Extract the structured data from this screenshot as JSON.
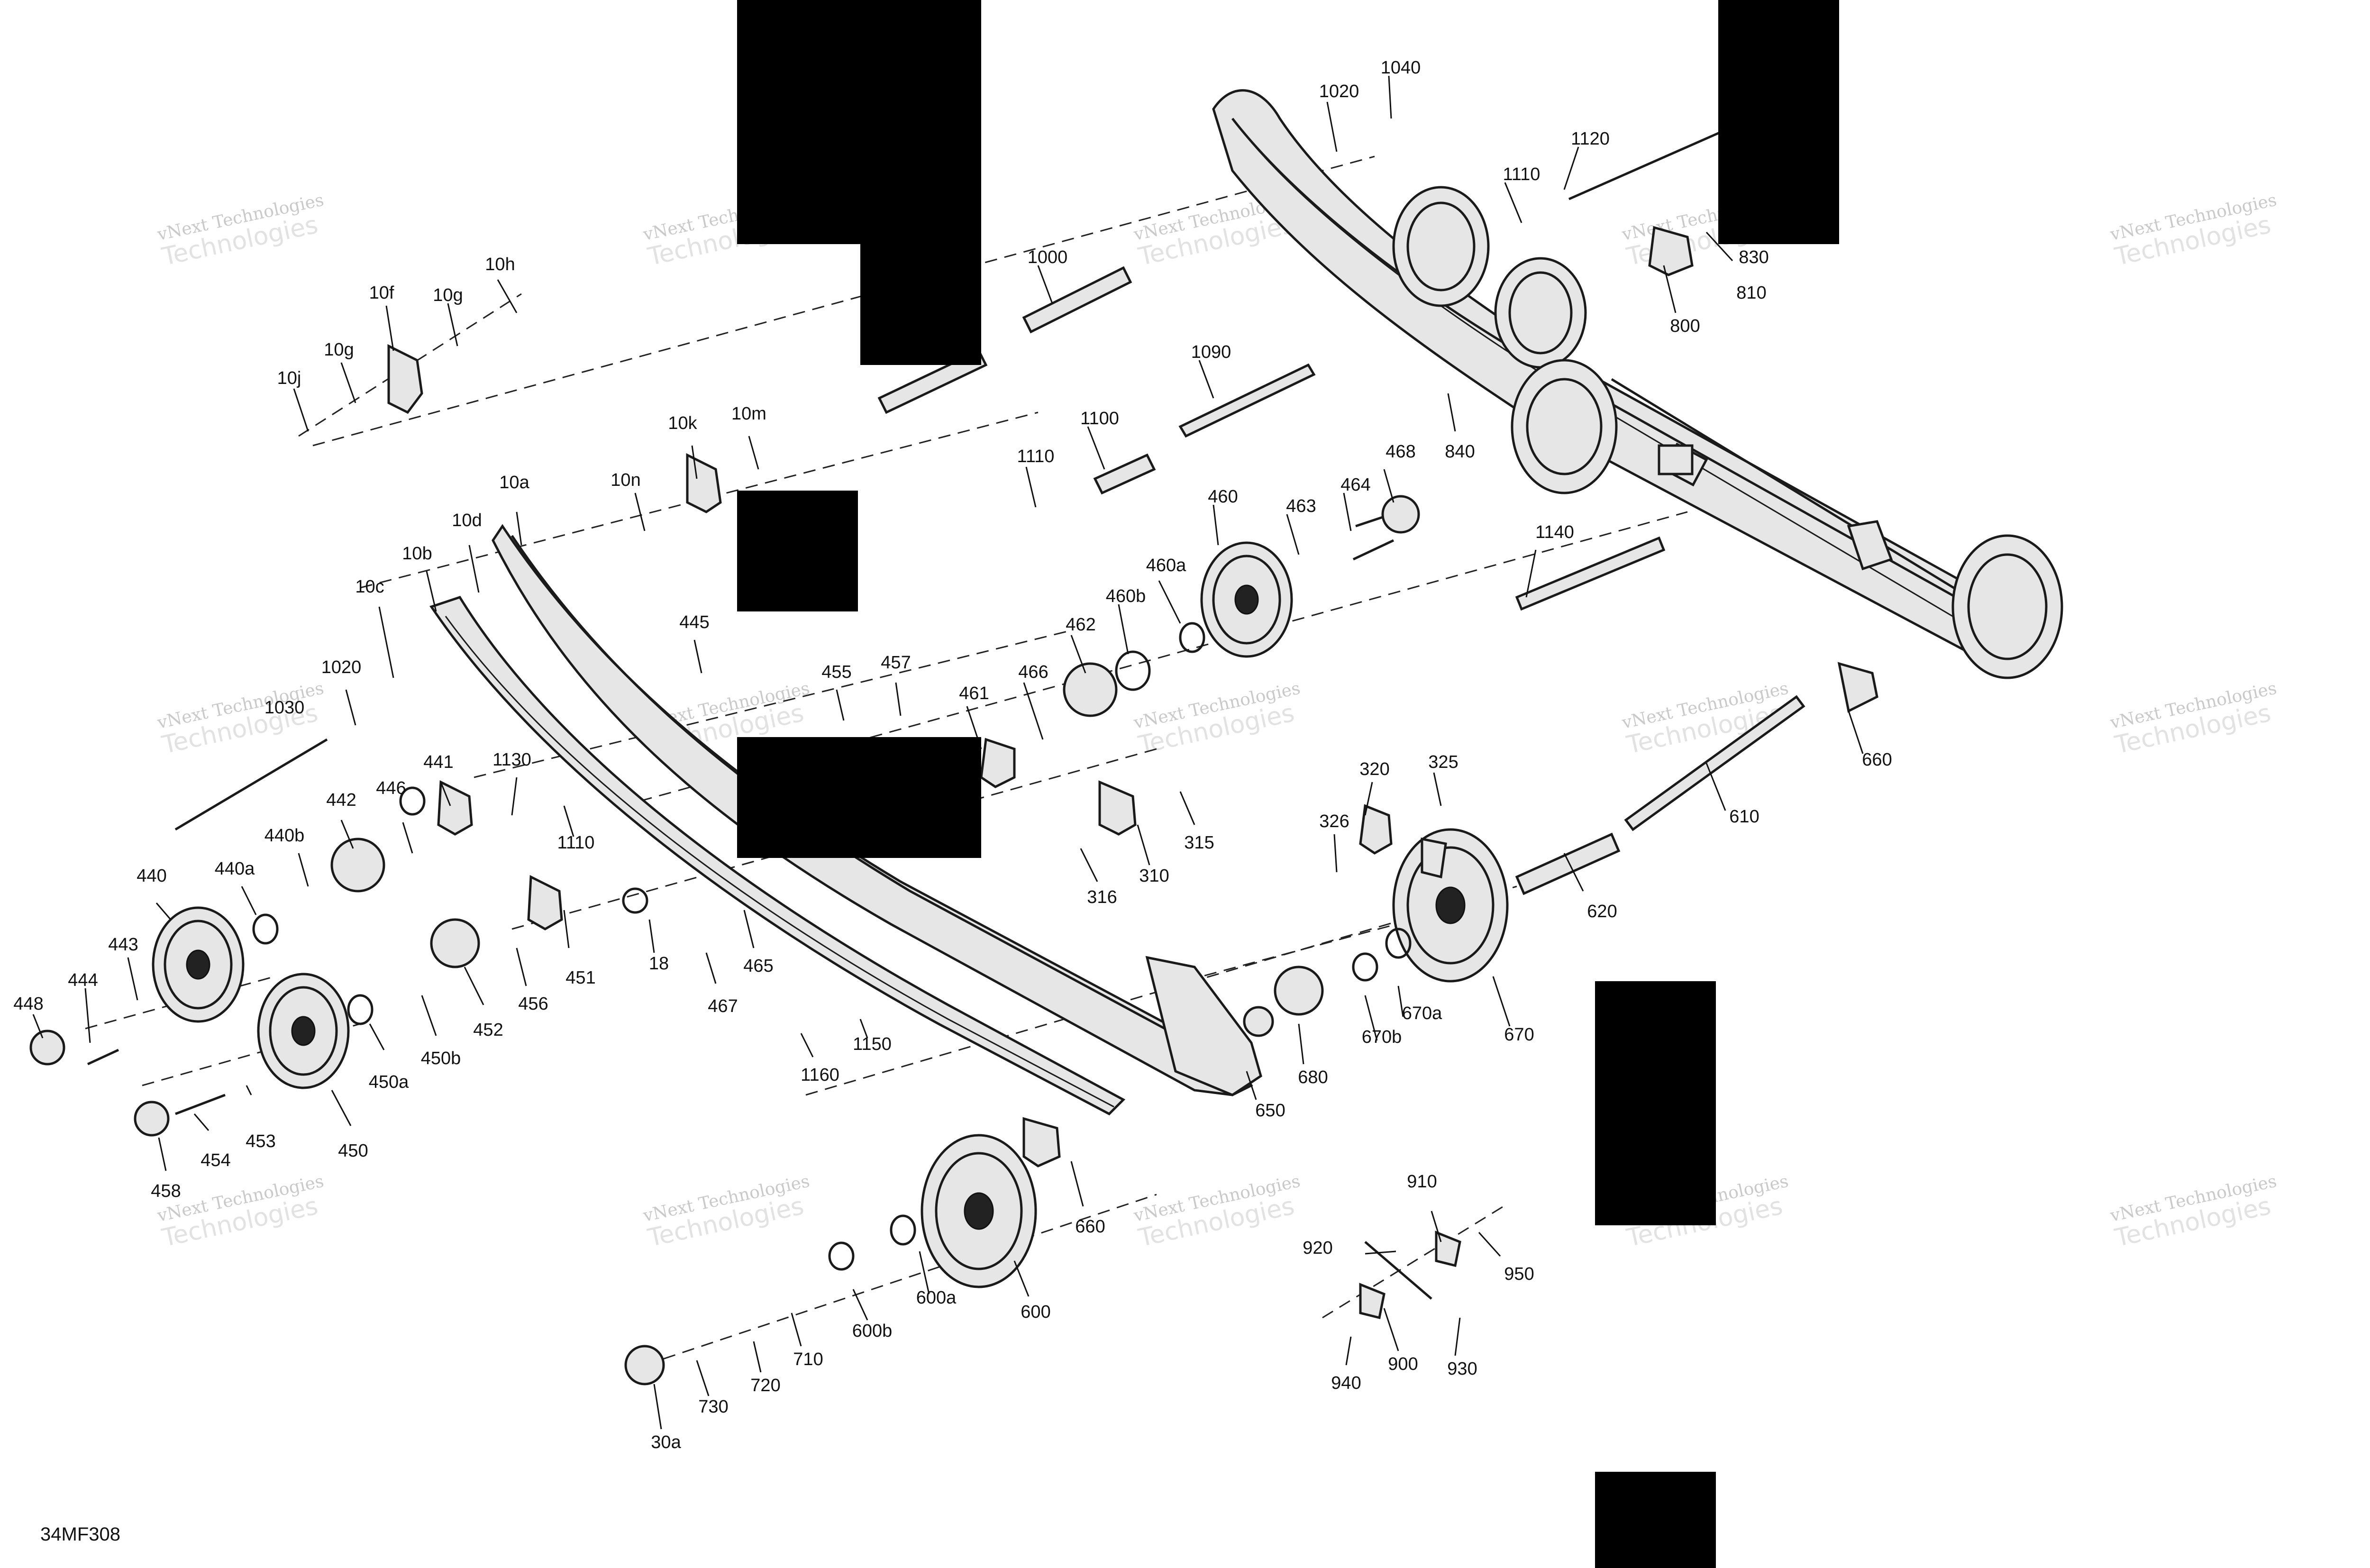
{
  "diagram_code": "34MF308",
  "watermark": {
    "line1": "vNext Technologies",
    "line2": "Technologies"
  },
  "callouts": [
    {
      "id": "c1040",
      "label": "1040"
    },
    {
      "id": "c1020a",
      "label": "1020"
    },
    {
      "id": "c1120",
      "label": "1120"
    },
    {
      "id": "c1110a",
      "label": "1110"
    },
    {
      "id": "c830",
      "label": "830"
    },
    {
      "id": "c810",
      "label": "810"
    },
    {
      "id": "c800",
      "label": "800"
    },
    {
      "id": "c840",
      "label": "840"
    },
    {
      "id": "c1000",
      "label": "1000"
    },
    {
      "id": "c1090",
      "label": "1090"
    },
    {
      "id": "c1100",
      "label": "1100"
    },
    {
      "id": "c1110b",
      "label": "1110"
    },
    {
      "id": "c460",
      "label": "460"
    },
    {
      "id": "c463",
      "label": "463"
    },
    {
      "id": "c464",
      "label": "464"
    },
    {
      "id": "c468",
      "label": "468"
    },
    {
      "id": "c460a",
      "label": "460a"
    },
    {
      "id": "c460b",
      "label": "460b"
    },
    {
      "id": "c462",
      "label": "462"
    },
    {
      "id": "c466",
      "label": "466"
    },
    {
      "id": "c461",
      "label": "461"
    },
    {
      "id": "c1140",
      "label": "1140"
    },
    {
      "id": "c660a",
      "label": "660"
    },
    {
      "id": "c610",
      "label": "610"
    },
    {
      "id": "c620",
      "label": "620"
    },
    {
      "id": "c10h",
      "label": "10h"
    },
    {
      "id": "c10g1",
      "label": "10g"
    },
    {
      "id": "c10f",
      "label": "10f"
    },
    {
      "id": "c10g2",
      "label": "10g"
    },
    {
      "id": "c10j",
      "label": "10j"
    },
    {
      "id": "c10k",
      "label": "10k"
    },
    {
      "id": "c10m",
      "label": "10m"
    },
    {
      "id": "c10n",
      "label": "10n"
    },
    {
      "id": "c10a",
      "label": "10a"
    },
    {
      "id": "c10d",
      "label": "10d"
    },
    {
      "id": "c10b",
      "label": "10b"
    },
    {
      "id": "c10c",
      "label": "10c"
    },
    {
      "id": "c1020b",
      "label": "1020"
    },
    {
      "id": "c1030",
      "label": "1030"
    },
    {
      "id": "c445",
      "label": "445"
    },
    {
      "id": "c455",
      "label": "455"
    },
    {
      "id": "c457",
      "label": "457"
    },
    {
      "id": "c441",
      "label": "441"
    },
    {
      "id": "c1130",
      "label": "1130"
    },
    {
      "id": "c446",
      "label": "446"
    },
    {
      "id": "c1110c",
      "label": "1110"
    },
    {
      "id": "c442",
      "label": "442"
    },
    {
      "id": "c440b",
      "label": "440b"
    },
    {
      "id": "c440a",
      "label": "440a"
    },
    {
      "id": "c440",
      "label": "440"
    },
    {
      "id": "c443",
      "label": "443"
    },
    {
      "id": "c444",
      "label": "444"
    },
    {
      "id": "c448",
      "label": "448"
    },
    {
      "id": "c451",
      "label": "451"
    },
    {
      "id": "c456",
      "label": "456"
    },
    {
      "id": "c18",
      "label": "18"
    },
    {
      "id": "c465",
      "label": "465"
    },
    {
      "id": "c467",
      "label": "467"
    },
    {
      "id": "c452",
      "label": "452"
    },
    {
      "id": "c450b",
      "label": "450b"
    },
    {
      "id": "c450a",
      "label": "450a"
    },
    {
      "id": "c450",
      "label": "450"
    },
    {
      "id": "c453",
      "label": "453"
    },
    {
      "id": "c454",
      "label": "454"
    },
    {
      "id": "c458",
      "label": "458"
    },
    {
      "id": "c310",
      "label": "310"
    },
    {
      "id": "c315",
      "label": "315"
    },
    {
      "id": "c316",
      "label": "316"
    },
    {
      "id": "c320",
      "label": "320"
    },
    {
      "id": "c325",
      "label": "325"
    },
    {
      "id": "c326",
      "label": "326"
    },
    {
      "id": "c670",
      "label": "670"
    },
    {
      "id": "c670a",
      "label": "670a"
    },
    {
      "id": "c670b",
      "label": "670b"
    },
    {
      "id": "c680",
      "label": "680"
    },
    {
      "id": "c650",
      "label": "650"
    },
    {
      "id": "c1150",
      "label": "1150"
    },
    {
      "id": "c1160",
      "label": "1160"
    },
    {
      "id": "c660b",
      "label": "660"
    },
    {
      "id": "c600",
      "label": "600"
    },
    {
      "id": "c600a",
      "label": "600a"
    },
    {
      "id": "c600b",
      "label": "600b"
    },
    {
      "id": "c710",
      "label": "710"
    },
    {
      "id": "c720",
      "label": "720"
    },
    {
      "id": "c730",
      "label": "730"
    },
    {
      "id": "c30a",
      "label": "30a"
    },
    {
      "id": "c910",
      "label": "910"
    },
    {
      "id": "c920",
      "label": "920"
    },
    {
      "id": "c950",
      "label": "950"
    },
    {
      "id": "c900",
      "label": "900"
    },
    {
      "id": "c930",
      "label": "930"
    },
    {
      "id": "c940",
      "label": "940"
    }
  ]
}
